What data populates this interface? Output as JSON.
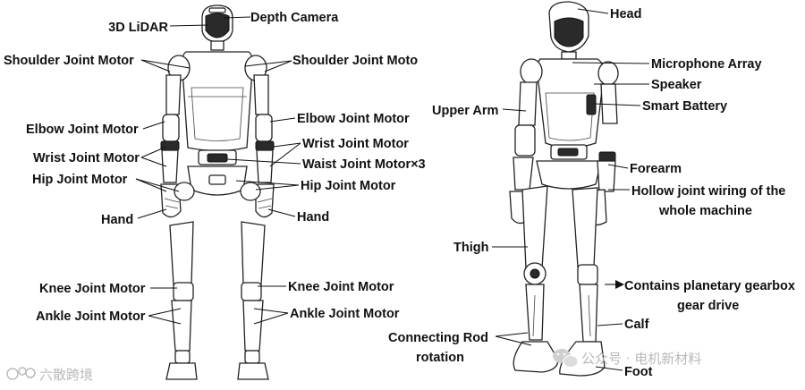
{
  "left_labels": {
    "lidar": "3D LiDAR",
    "depth_camera": "Depth Camera",
    "shoulder_left": "Shoulder Joint Motor",
    "shoulder_right": "Shoulder Joint Moto",
    "elbow_left": "Elbow Joint Motor",
    "elbow_right": "Elbow Joint Motor",
    "wrist_left": "Wrist Joint Motor",
    "wrist_right": "Wrist Joint Motor",
    "waist": "Waist Joint Motor×3",
    "hip_left": "Hip Joint Motor",
    "hip_right": "Hip Joint Motor",
    "hand_left": "Hand",
    "hand_right": "Hand",
    "knee_left": "Knee Joint Motor",
    "knee_right": "Knee Joint Motor",
    "ankle_left": "Ankle Joint Motor",
    "ankle_right": "Ankle Joint Motor"
  },
  "right_labels": {
    "head": "Head",
    "microphone": "Microphone Array",
    "speaker": "Speaker",
    "battery": "Smart Battery",
    "upper_arm": "Upper Arm",
    "forearm": "Forearm",
    "wiring_1": "Hollow joint wiring of the",
    "wiring_2": "whole machine",
    "thigh": "Thigh",
    "gearbox_1": "Contains planetary gearbox",
    "gearbox_2": "gear drive",
    "calf": "Calf",
    "rod_1": "Connecting Rod",
    "rod_2": "rotation",
    "foot": "Foot"
  },
  "watermarks": {
    "left": "六散跨境",
    "right": "公众号 · 电机新材料"
  },
  "icons": [
    "wechat-icon",
    "brand-logo-icon"
  ]
}
